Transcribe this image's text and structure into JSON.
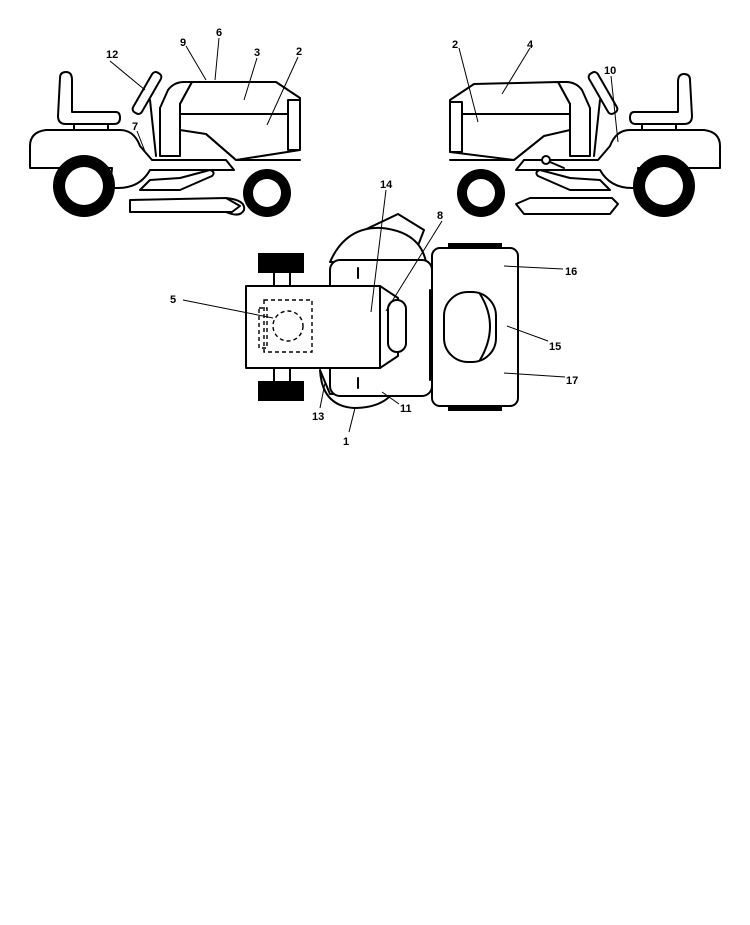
{
  "callouts": {
    "left_view": [
      "12",
      "9",
      "6",
      "3",
      "2",
      "7"
    ],
    "right_view": [
      "2",
      "4",
      "10"
    ],
    "top_view": [
      "14",
      "8",
      "16",
      "5",
      "15",
      "17",
      "13",
      "11",
      "1"
    ]
  }
}
